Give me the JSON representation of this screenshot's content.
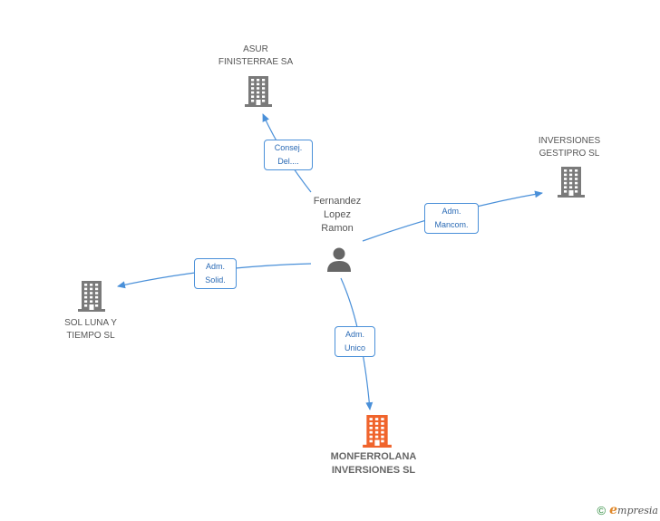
{
  "colors": {
    "edge": "#4a90d9",
    "building": "#7a7a7a",
    "main_building": "#f0642c",
    "person": "#666666"
  },
  "center": {
    "name_lines": [
      "Fernandez",
      "Lopez",
      "Ramon"
    ],
    "icon": "person-icon"
  },
  "nodes": {
    "asur": {
      "lines": [
        "ASUR",
        "FINISTERRAE SA"
      ],
      "icon": "building-icon"
    },
    "gestipro": {
      "lines": [
        "INVERSIONES",
        "GESTIPRO SL"
      ],
      "icon": "building-icon"
    },
    "sol_luna": {
      "lines": [
        "SOL LUNA Y",
        "TIEMPO  SL"
      ],
      "icon": "building-icon"
    },
    "monferrolana": {
      "lines": [
        "MONFERROLANA",
        "INVERSIONES SL"
      ],
      "icon": "building-icon"
    }
  },
  "edges": {
    "asur": [
      "Consej.",
      "Del...."
    ],
    "gestipro": [
      "Adm.",
      "Mancom."
    ],
    "sol_luna": [
      "Adm.",
      "Solid."
    ],
    "monferrolana": [
      "Adm.",
      "Unico"
    ]
  },
  "footer": {
    "copyright": "©",
    "brand_initial": "e",
    "brand_rest": "mpresia"
  }
}
